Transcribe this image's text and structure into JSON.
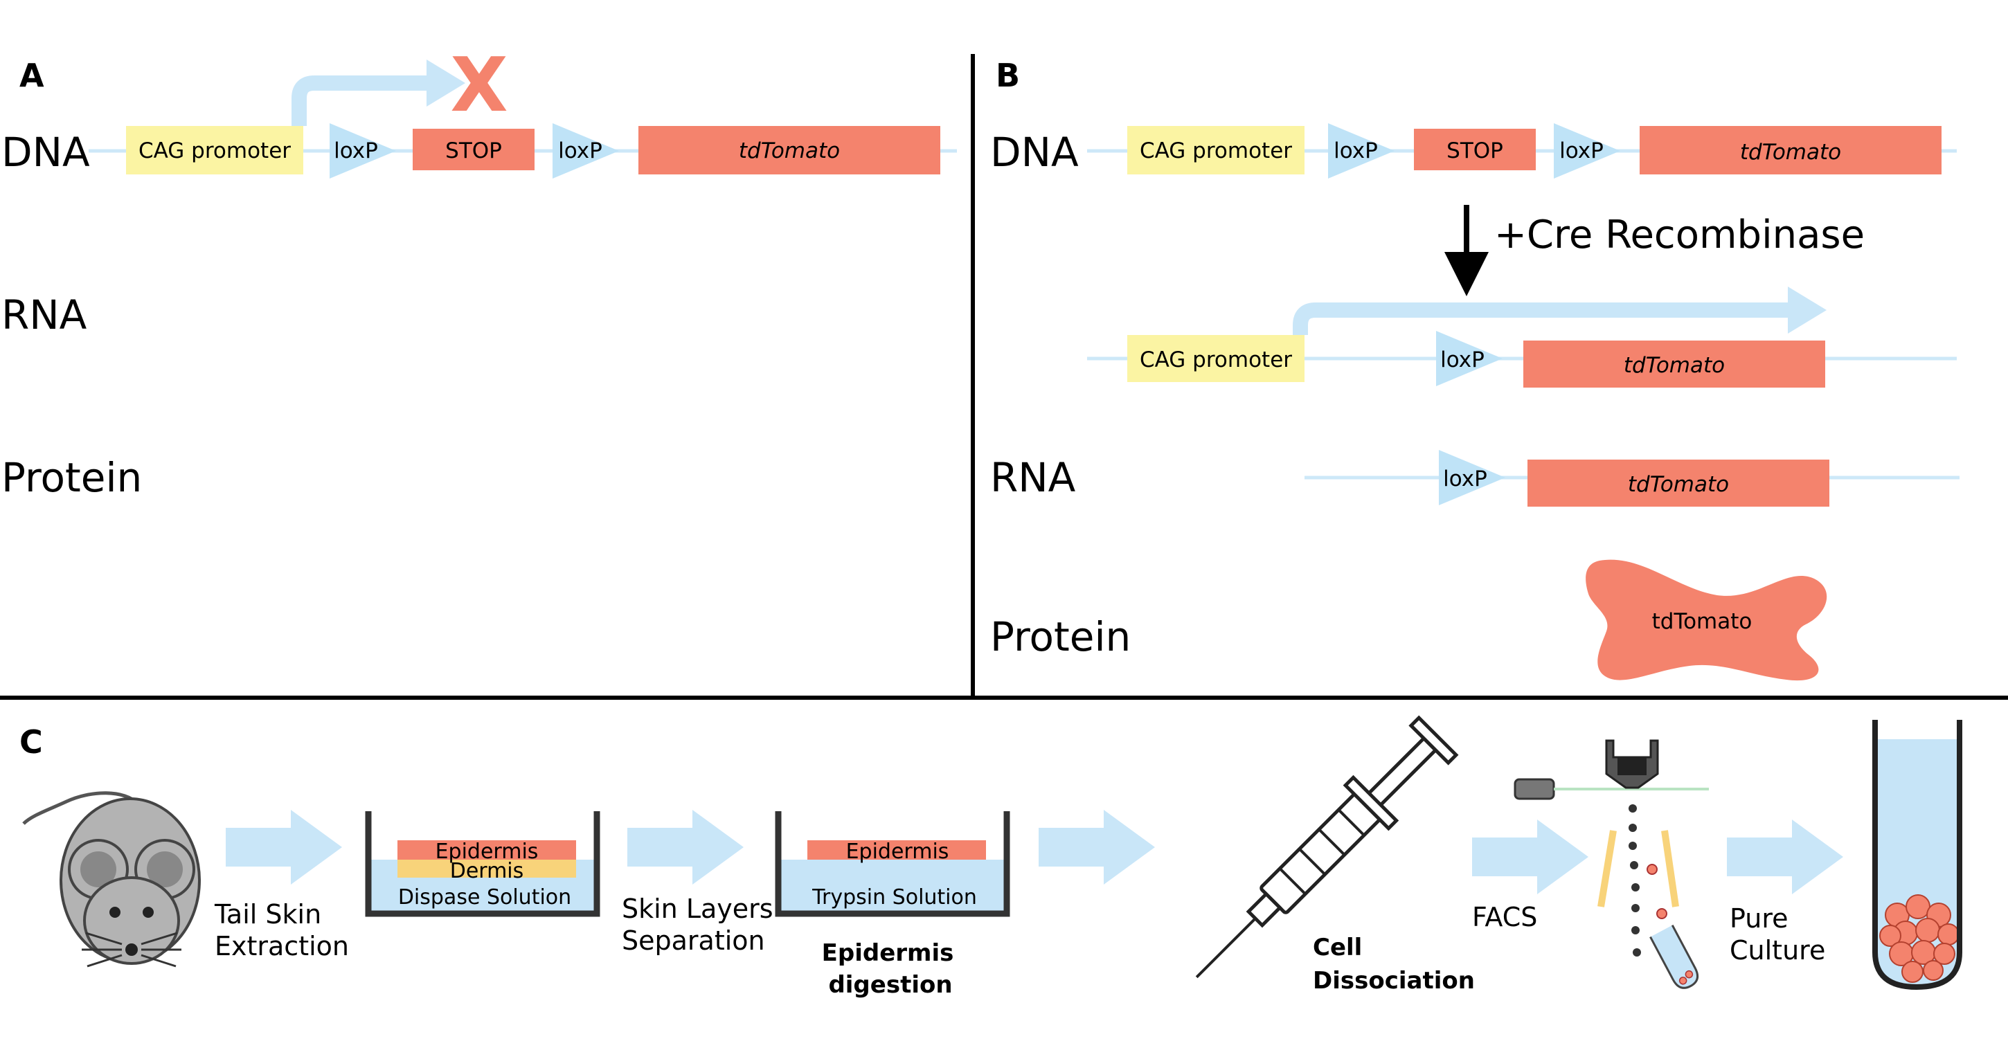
{
  "panels": {
    "a": {
      "letter": "A",
      "rows": {
        "dna": "DNA",
        "rna": "RNA",
        "protein": "Protein"
      },
      "construct": {
        "promoter": "CAG promoter",
        "loxp1": "loxP",
        "stop": "STOP",
        "loxp2": "loxP",
        "reporter": "tdTomato"
      },
      "blocked_mark": "X"
    },
    "b": {
      "letter": "B",
      "rows": {
        "dna": "DNA",
        "rna": "RNA",
        "protein": "Protein"
      },
      "construct": {
        "promoter": "CAG promoter",
        "loxp1": "loxP",
        "stop": "STOP",
        "loxp2": "loxP",
        "reporter": "tdTomato"
      },
      "cre_label": "+Cre Recombinase",
      "recombined": {
        "promoter": "CAG promoter",
        "loxp": "loxP",
        "reporter": "tdTomato"
      },
      "rna": {
        "loxp": "loxP",
        "reporter": "tdTomato"
      },
      "protein_label": "tdTomato"
    },
    "c": {
      "letter": "C",
      "steps": {
        "tail_skin": [
          "Tail Skin",
          "Extraction"
        ],
        "dish1": {
          "epidermis": "Epidermis",
          "dermis": "Dermis",
          "solution": "Dispase Solution"
        },
        "separation": [
          "Skin Layers",
          "Separation"
        ],
        "dish2": {
          "epidermis": "Epidermis",
          "solution": "Trypsin Solution"
        },
        "digestion": [
          "Epidermis",
          "digestion"
        ],
        "dissociation": [
          "Cell",
          "Dissociation"
        ],
        "facs": "FACS",
        "culture": [
          "Pure",
          "Culture"
        ]
      }
    }
  },
  "colors": {
    "promoter": "#fbf4a3",
    "reporter": "#f4836d",
    "loxp": "#bfe3f7",
    "line": "#cde8f8",
    "arrow": "#c9e6f8",
    "x_mark": "#f4836d",
    "solution": "#c6e4f7",
    "dermis": "#f8d37a",
    "mouse": "#b3b3b3"
  }
}
